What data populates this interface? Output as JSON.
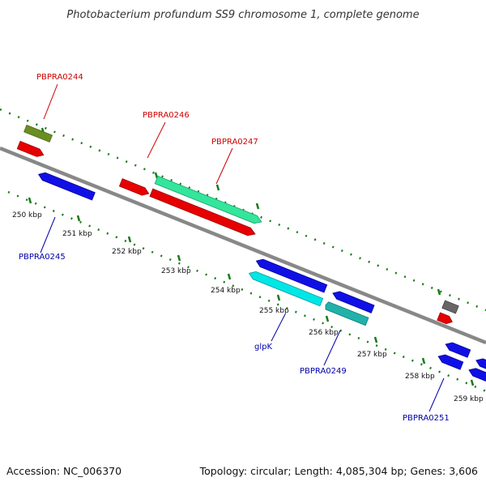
{
  "title": "Photobacterium profundum SS9 chromosome 1, complete genome",
  "footer": {
    "accession": "Accession: NC_006370",
    "summary": "Topology: circular; Length: 4,085,304 bp; Genes: 3,606"
  },
  "colors": {
    "backbone": "#888888",
    "tick_dots": "#1a7a1a",
    "label_red": "#cc0000",
    "label_blue": "#0000aa"
  },
  "scale_ticks": [
    "250 kbp",
    "251 kbp",
    "252 kbp",
    "253 kbp",
    "254 kbp",
    "255 kbp",
    "256 kbp",
    "257 kbp",
    "258 kbp",
    "259 kbp"
  ],
  "gene_labels": {
    "top": [
      "PBPRA0244",
      "PBPRA0246",
      "PBPRA0247"
    ],
    "bottom": [
      "PBPRA0245",
      "glpK",
      "PBPRA0249",
      "PBPRA0251"
    ]
  }
}
